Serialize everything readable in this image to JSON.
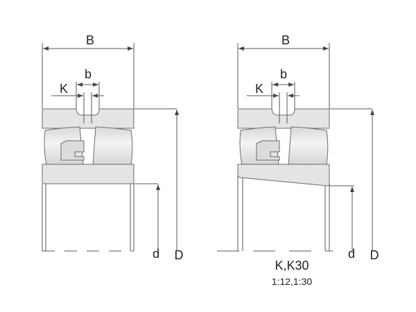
{
  "left_bearing": {
    "label_B": "B",
    "label_b": "b",
    "label_K": "K",
    "label_d": "d",
    "label_D": "D"
  },
  "right_bearing": {
    "label_B": "B",
    "label_b": "b",
    "label_K": "K",
    "label_d": "d",
    "label_D": "D",
    "caption": "K,K30",
    "taper": "1:12,1:30"
  },
  "colors": {
    "ring": "#e4e4e4",
    "roller": "#e9e9e9",
    "line": "#555555"
  }
}
